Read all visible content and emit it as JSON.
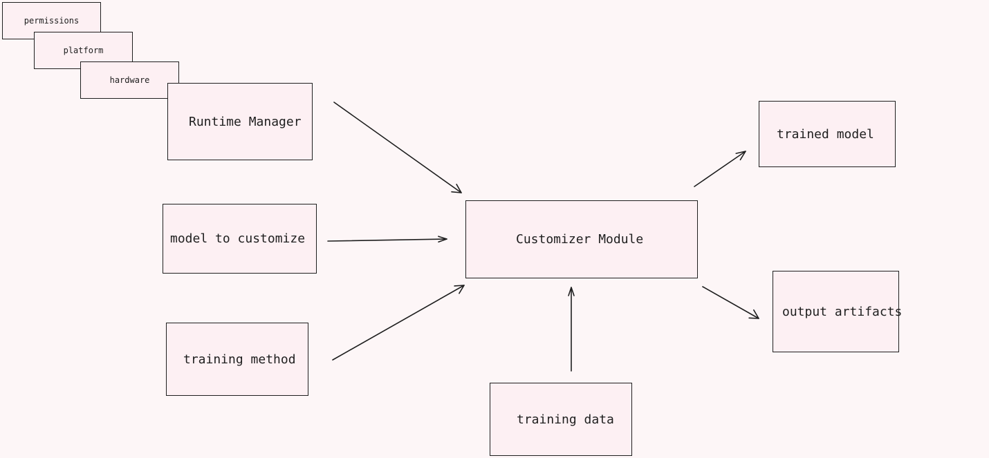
{
  "stack": {
    "permissions": "permissions",
    "platform": "platform",
    "hardware": "hardware"
  },
  "nodes": {
    "runtime_manager": "Runtime Manager",
    "model_to_customize": "model to customize",
    "training_method": "training method",
    "customizer_module": "Customizer Module",
    "training_data": "training data",
    "trained_model": "trained model",
    "output_artifacts": "output artifacts"
  },
  "colors": {
    "background": "#fdf6f7",
    "box_fill": "#fdf0f3",
    "stroke": "#1e1e1e"
  }
}
